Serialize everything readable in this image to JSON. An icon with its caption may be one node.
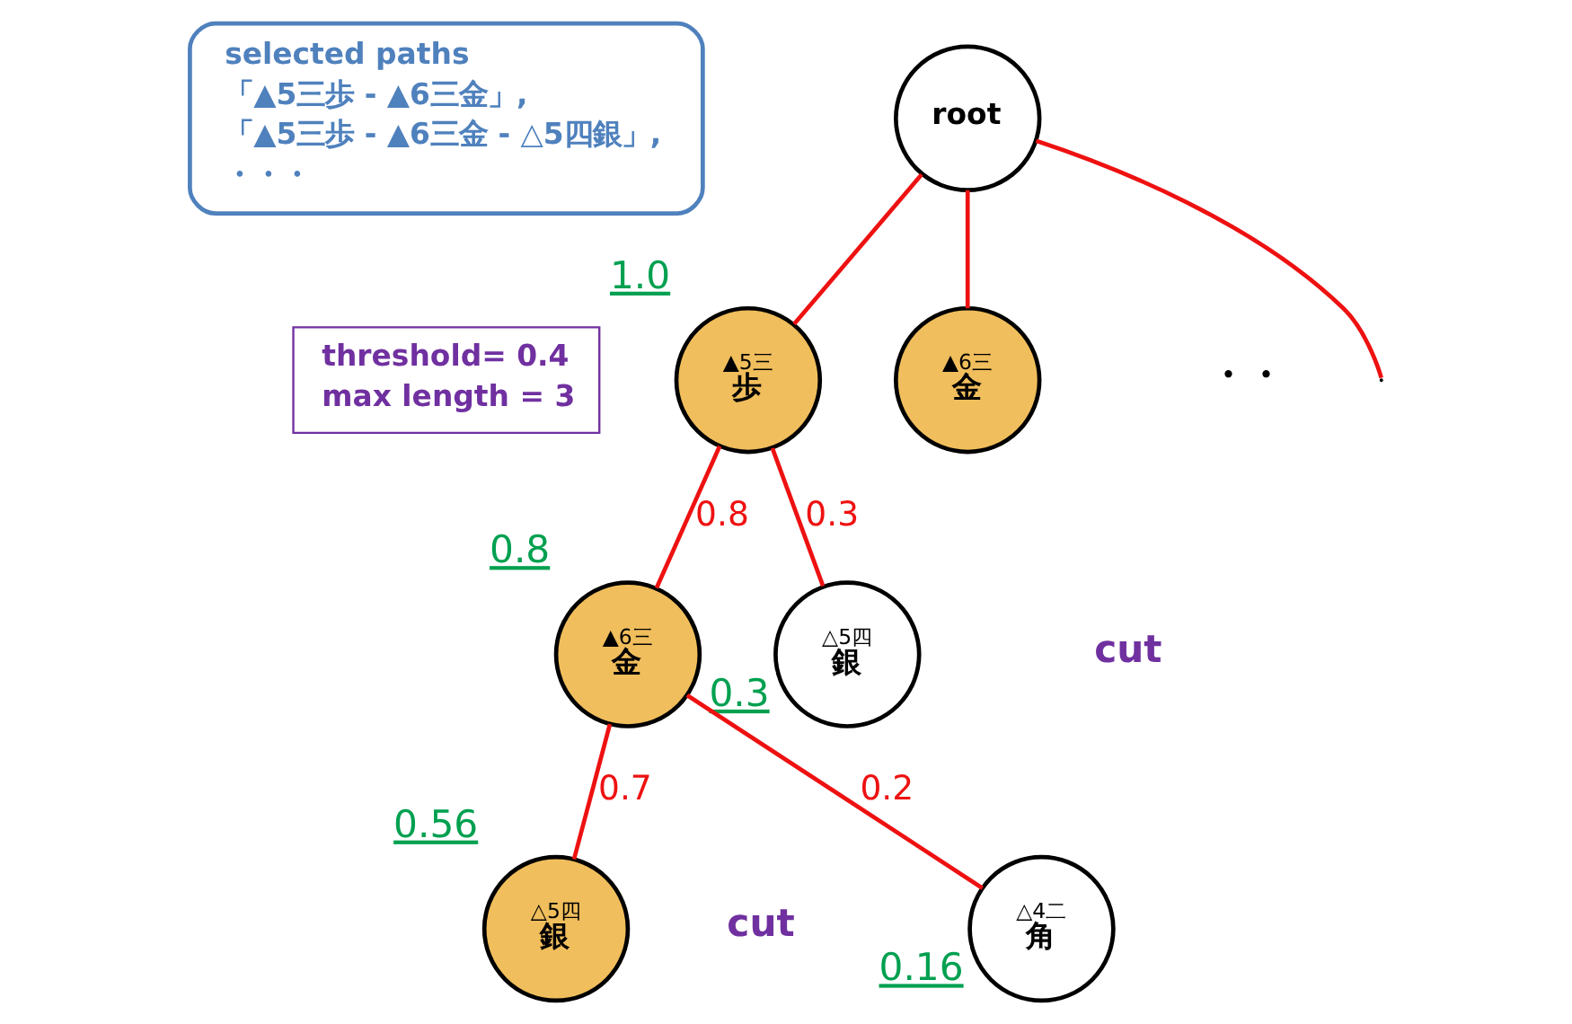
{
  "diagram": {
    "nodes": [
      {
        "text": [
          "selected paths",
          "「▲5三歩 - ▲6三金」,",
          "「▲5三歩 - ▲6三金 - △5四銀」,",
          "・・・"
        ]
      },
      {
        "text": [
          "root"
        ]
      },
      {
        "text": [
          "▲5三",
          "歩"
        ],
        "beside": [
          "1.0"
        ]
      },
      {
        "text": [
          "▲6三",
          "金"
        ]
      },
      {
        "text": [
          "threshold= 0.4",
          "max length = 3"
        ]
      },
      {
        "text": [
          "▲6三",
          "金"
        ],
        "beside": [
          "0.8"
        ]
      },
      {
        "text": [
          "△5四",
          "銀"
        ],
        "beside": [
          "0.3"
        ]
      },
      {
        "text": [
          "△5四",
          "銀"
        ],
        "beside": [
          "0.56"
        ]
      },
      {
        "text": [
          "△4二",
          "角"
        ],
        "beside": [
          "0.16"
        ]
      }
    ],
    "edges": [
      {
        "from": 1,
        "to": 2,
        "arrow": "none"
      },
      {
        "from": 1,
        "to": 3,
        "arrow": "none"
      },
      {
        "from": 1,
        "to": null,
        "arrow": "none"
      },
      {
        "from": 2,
        "to": 5,
        "arrow": "none",
        "label": "0.8"
      },
      {
        "from": 2,
        "to": 6,
        "arrow": "none",
        "label": "0.3"
      },
      {
        "from": 5,
        "to": 7,
        "arrow": "none",
        "label": "0.7"
      },
      {
        "from": 5,
        "to": 8,
        "arrow": "none",
        "label": "0.2"
      }
    ],
    "labels": [
      "・・",
      "cut",
      "cut"
    ]
  }
}
